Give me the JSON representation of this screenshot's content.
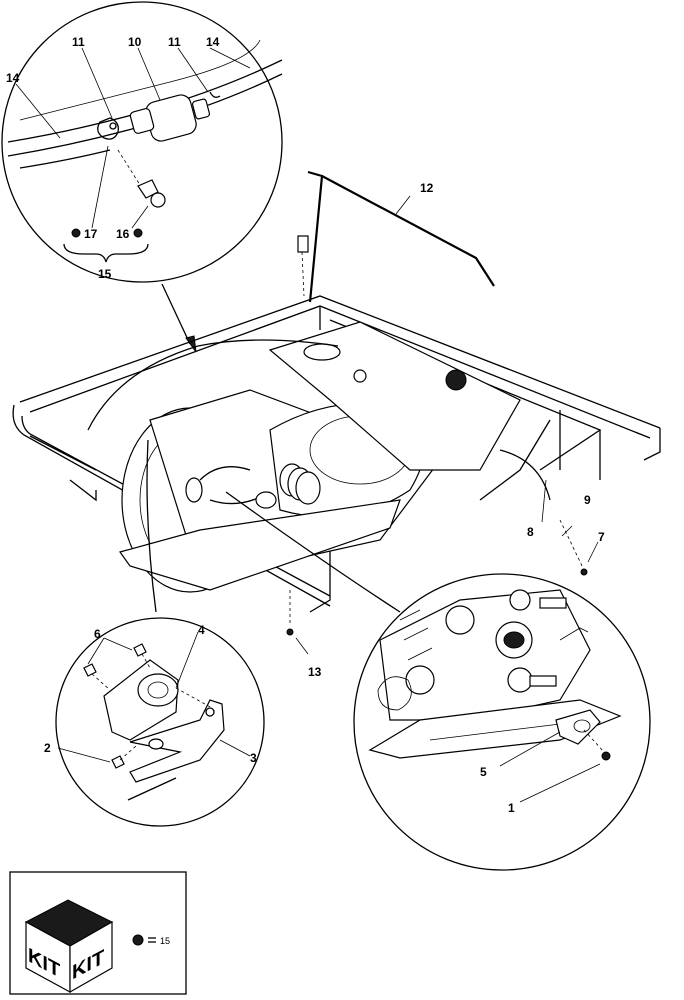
{
  "callouts": {
    "c1": "1",
    "c2": "2",
    "c3": "3",
    "c4": "4",
    "c5": "5",
    "c6": "6",
    "c7": "7",
    "c8": "8",
    "c9": "9",
    "c10": "10",
    "c11a": "11",
    "c11b": "11",
    "c12": "12",
    "c13": "13",
    "c14a": "14",
    "c14b": "14",
    "c15": "15",
    "c16": "16",
    "c17": "17"
  },
  "kit": {
    "label_left": "KIT",
    "label_right": "KIT",
    "item_number": "15"
  },
  "colors": {
    "line": "#000000",
    "background": "#ffffff",
    "fill_dark": "#1a1a1a"
  }
}
